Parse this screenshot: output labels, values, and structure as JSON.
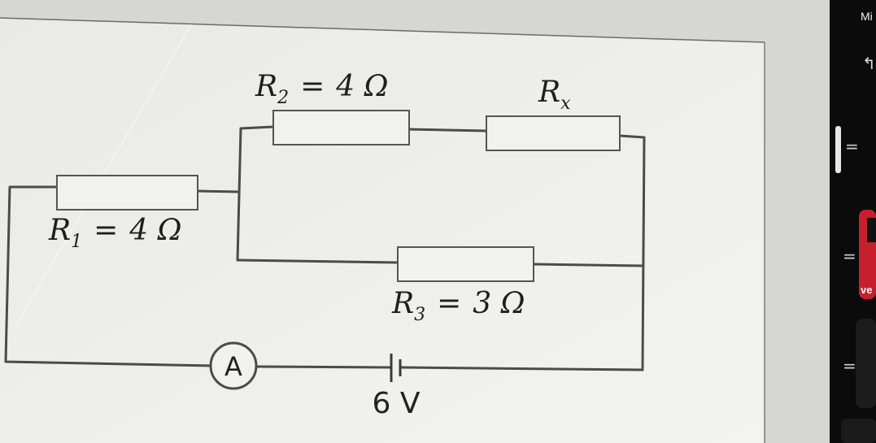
{
  "circuit": {
    "r1": {
      "symbol": "R",
      "sub": "1",
      "value": "4 Ω"
    },
    "r2": {
      "symbol": "R",
      "sub": "2",
      "value": "4 Ω"
    },
    "r3": {
      "symbol": "R",
      "sub": "3",
      "value": "3 Ω"
    },
    "rx": {
      "symbol": "R",
      "sub": "x"
    },
    "eq": "=",
    "ammeter": "A",
    "battery": "6 V"
  },
  "side_panel": {
    "top_text": "Mi",
    "badge_text": "ve",
    "handle_icon": "equals-icon",
    "back_icon": "back-arrow-icon"
  },
  "colors": {
    "paper": "#ededea",
    "wire": "#4b4b4b",
    "resistor_fill": "#f1f1ee",
    "dark_panel": "#0b0b0b",
    "accent": "#c61f2e"
  }
}
